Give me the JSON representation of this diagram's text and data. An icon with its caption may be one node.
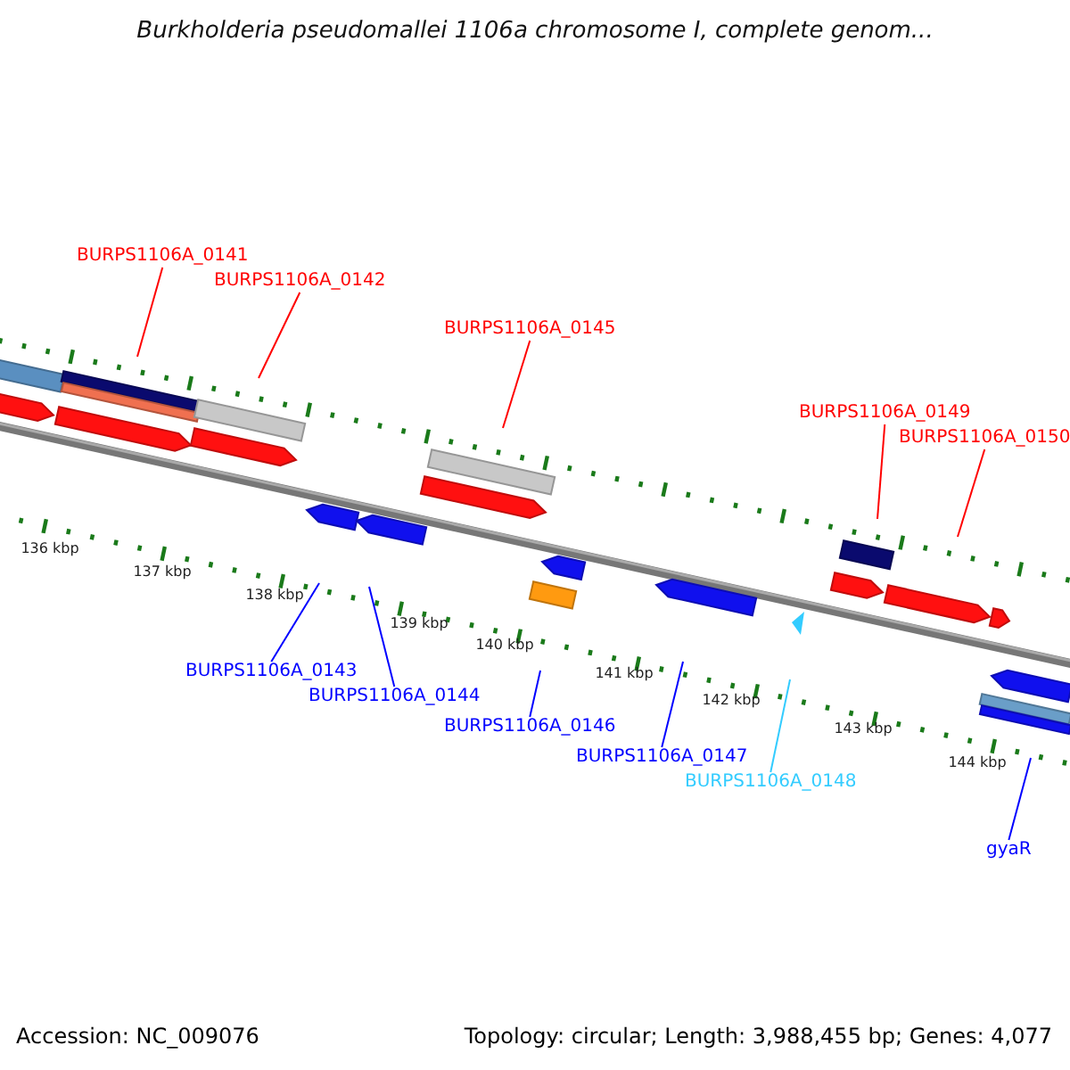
{
  "diagram": {
    "title": "Burkholderia pseudomallei 1106a chromosome I, complete genom...",
    "nodes": [
      {
        "text": [
          "BURPS1106A_0141"
        ]
      },
      {
        "text": [
          "BURPS1106A_0142"
        ]
      },
      {
        "text": [
          "BURPS1106A_0145"
        ]
      },
      {
        "text": [
          "BURPS1106A_0149"
        ]
      },
      {
        "text": [
          "BURPS1106A_0150"
        ]
      },
      {
        "text": [
          "BURPS1106A_0143"
        ]
      },
      {
        "text": [
          "BURPS1106A_0144"
        ]
      },
      {
        "text": [
          "BURPS1106A_0146"
        ]
      },
      {
        "text": [
          "BURPS1106A_0147"
        ]
      },
      {
        "text": [
          "BURPS1106A_0148"
        ]
      },
      {
        "text": [
          "gyaR"
        ]
      }
    ],
    "edges": [
      {
        "from": 0,
        "to": null,
        "arrow": "none",
        "color": "#ff0000"
      },
      {
        "from": 1,
        "to": null,
        "arrow": "none",
        "color": "#ff0000"
      },
      {
        "from": 2,
        "to": null,
        "arrow": "none",
        "color": "#ff0000"
      },
      {
        "from": 3,
        "to": null,
        "arrow": "none",
        "color": "#ff0000"
      },
      {
        "from": 4,
        "to": null,
        "arrow": "none",
        "color": "#ff0000"
      },
      {
        "from": 5,
        "to": null,
        "arrow": "none",
        "color": "#0000ff"
      },
      {
        "from": 6,
        "to": null,
        "arrow": "none",
        "color": "#0000ff"
      },
      {
        "from": 7,
        "to": null,
        "arrow": "none",
        "color": "#0000ff"
      },
      {
        "from": 8,
        "to": null,
        "arrow": "none",
        "color": "#0000ff"
      },
      {
        "from": 9,
        "to": null,
        "arrow": "none",
        "color": "#33ccff"
      },
      {
        "from": 10,
        "to": null,
        "arrow": "none",
        "color": "#0000ff"
      }
    ],
    "labels": [
      "136 kbp",
      "137 kbp",
      "138 kbp",
      "139 kbp",
      "140 kbp",
      "141 kbp",
      "142 kbp",
      "143 kbp",
      "144 kbp",
      "Accession: NC_009076",
      "Topology: circular; Length: 3,988,455 bp; Genes: 4,077"
    ]
  }
}
